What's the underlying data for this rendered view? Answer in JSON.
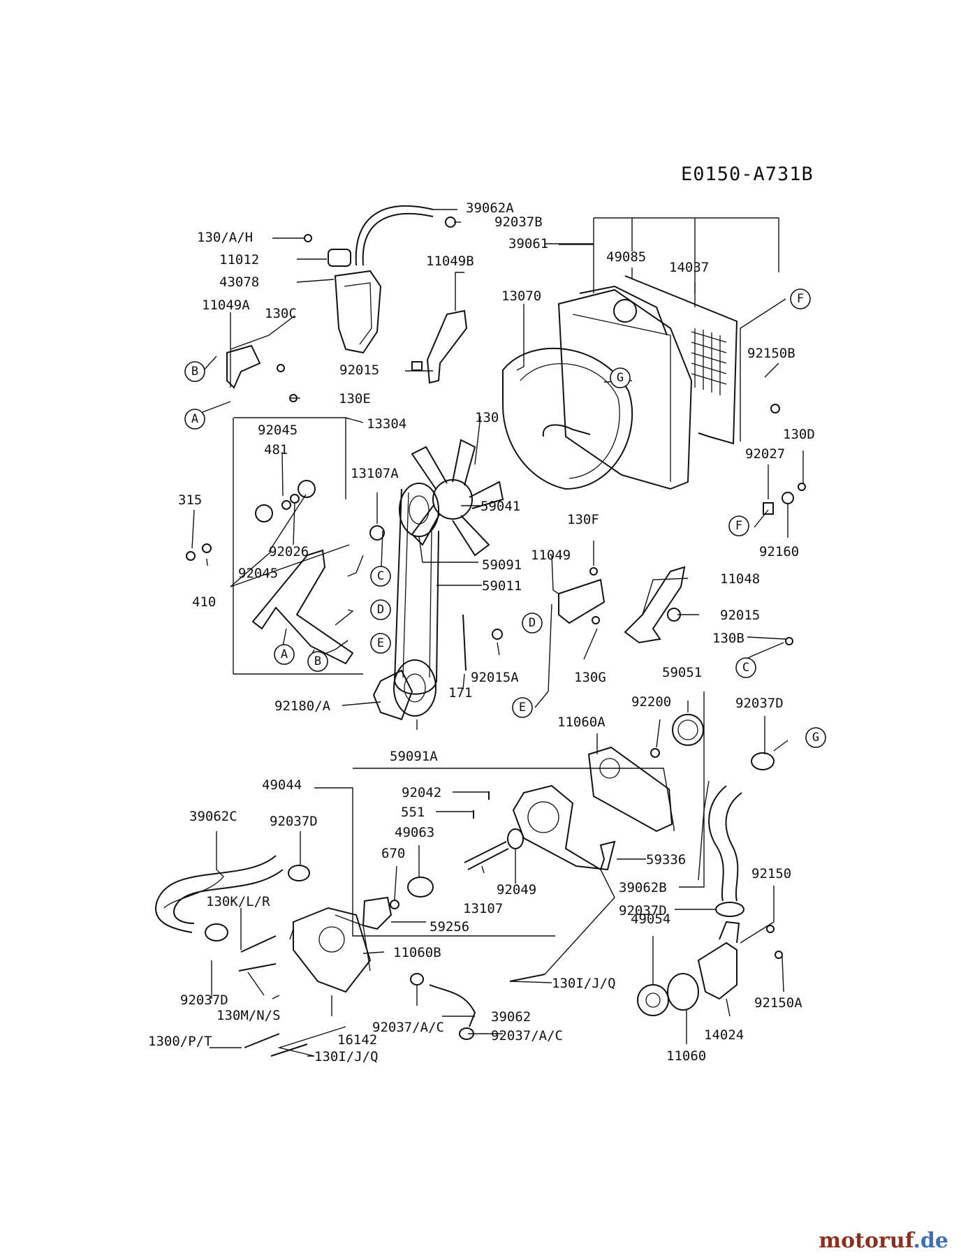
{
  "diagram_code": "E0150-A731B",
  "watermark": {
    "brand": "motoruf",
    "tld": ".de",
    "brand_color": "#8c2f1e",
    "tld_color": "#3d6fb5"
  },
  "labels": [
    "39062A",
    "92037B",
    "130/A/H",
    "11012",
    "39061",
    "49085",
    "14037",
    "43078",
    "11049B",
    "11049A",
    "130C",
    "13070",
    "F",
    "B",
    "92015",
    "92150B",
    "G",
    "130E",
    "A",
    "130",
    "130D",
    "92045",
    "13304",
    "92027",
    "481",
    "13107A",
    "59041",
    "315",
    "F",
    "92160",
    "92026",
    "59091",
    "11049",
    "130F",
    "92045",
    "C",
    "59011",
    "11048",
    "410",
    "D",
    "D",
    "92015",
    "E",
    "A",
    "B",
    "130B",
    "92015A",
    "C",
    "130G",
    "59051",
    "171",
    "E",
    "92180/A",
    "92200",
    "92037D",
    "11060A",
    "G",
    "59091A",
    "49044",
    "92042",
    "551",
    "39062C",
    "92037D",
    "49063",
    "670",
    "59336",
    "130K/L/R",
    "92049",
    "13107",
    "39062B",
    "92150",
    "59256",
    "92037D",
    "49054",
    "11060B",
    "130I/J/Q",
    "92037D",
    "39062",
    "130M/N/S",
    "92037/A/C",
    "16142",
    "14024",
    "92150A",
    "1300/P/T",
    "92037/A/C",
    "130I/J/Q",
    "11060"
  ]
}
